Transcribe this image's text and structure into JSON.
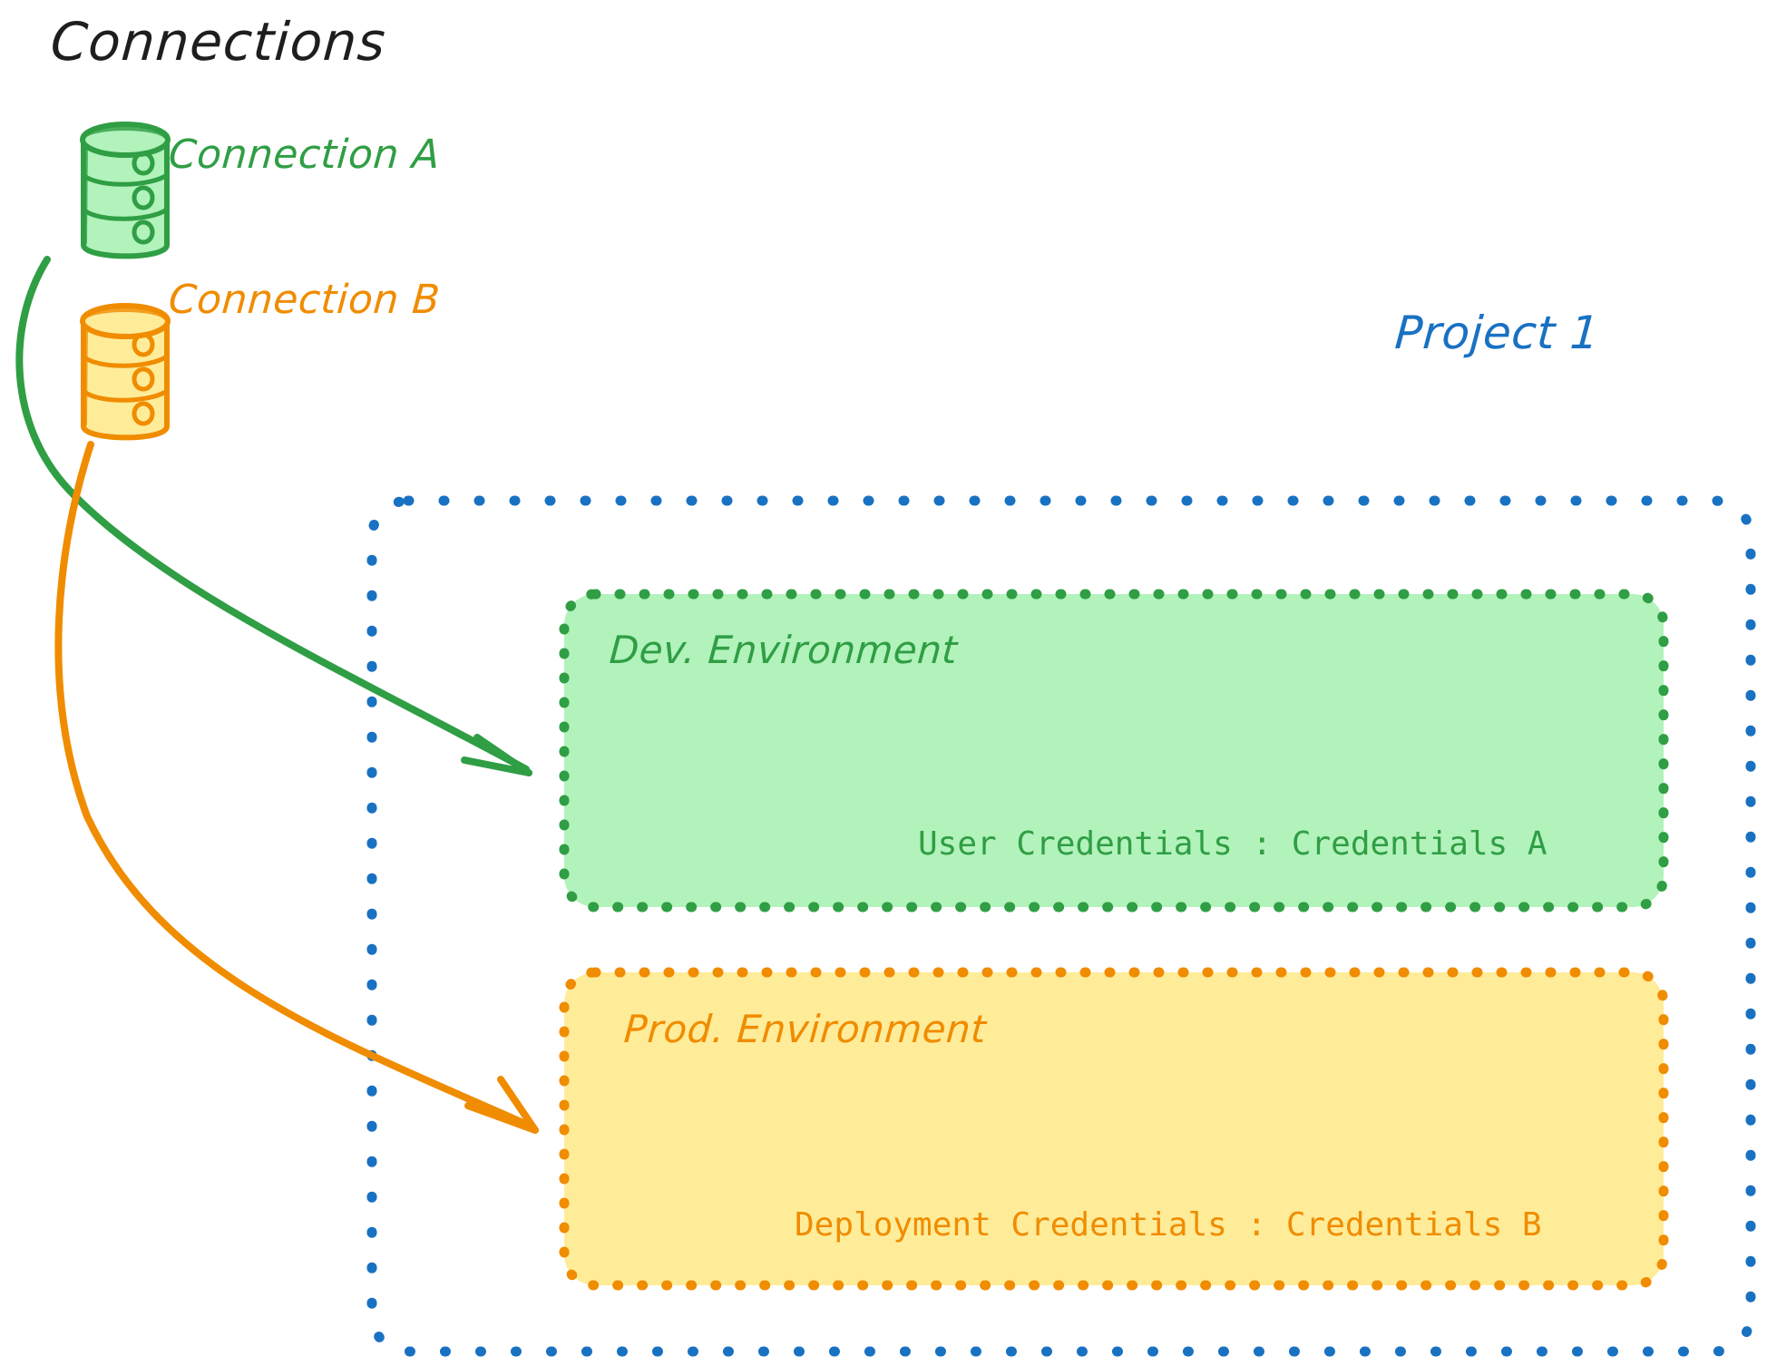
{
  "diagram": {
    "background": "#ffffff",
    "title": "Connections"
  },
  "connections": {
    "heading": "Connections",
    "items": [
      {
        "id": "connection-a",
        "label": "Connection A",
        "icon": "database-cylinder-icon",
        "stroke_color": "#2f9e44",
        "fill_color": "#b2f2bb"
      },
      {
        "id": "connection-b",
        "label": "Connection B",
        "icon": "database-cylinder-icon",
        "stroke_color": "#f08c00",
        "fill_color": "#ffec99"
      }
    ]
  },
  "project": {
    "label": "Project 1",
    "border_color": "#1971c2",
    "border_style": "dotted",
    "environments": [
      {
        "id": "dev-environment",
        "title": "Dev. Environment",
        "detail": "User Credentials : Credentials A",
        "stroke_color": "#2f9e44",
        "fill_color": "#b2f2bb"
      },
      {
        "id": "prod-environment",
        "title": "Prod. Environment",
        "detail": "Deployment Credentials : Credentials B",
        "stroke_color": "#f08c00",
        "fill_color": "#ffec99"
      }
    ]
  },
  "arrows": [
    {
      "id": "arrow-connection-a-to-dev",
      "from": "connection-a",
      "to": "dev-environment",
      "color": "#2f9e44"
    },
    {
      "id": "arrow-connection-b-to-prod",
      "from": "connection-b",
      "to": "prod-environment",
      "color": "#f08c00"
    }
  ],
  "colors": {
    "black": "#1e1e1e",
    "green_stroke": "#2f9e44",
    "green_fill": "#b2f2bb",
    "orange_stroke": "#f08c00",
    "orange_fill": "#ffec99",
    "blue_stroke": "#1971c2",
    "white": "#ffffff"
  }
}
